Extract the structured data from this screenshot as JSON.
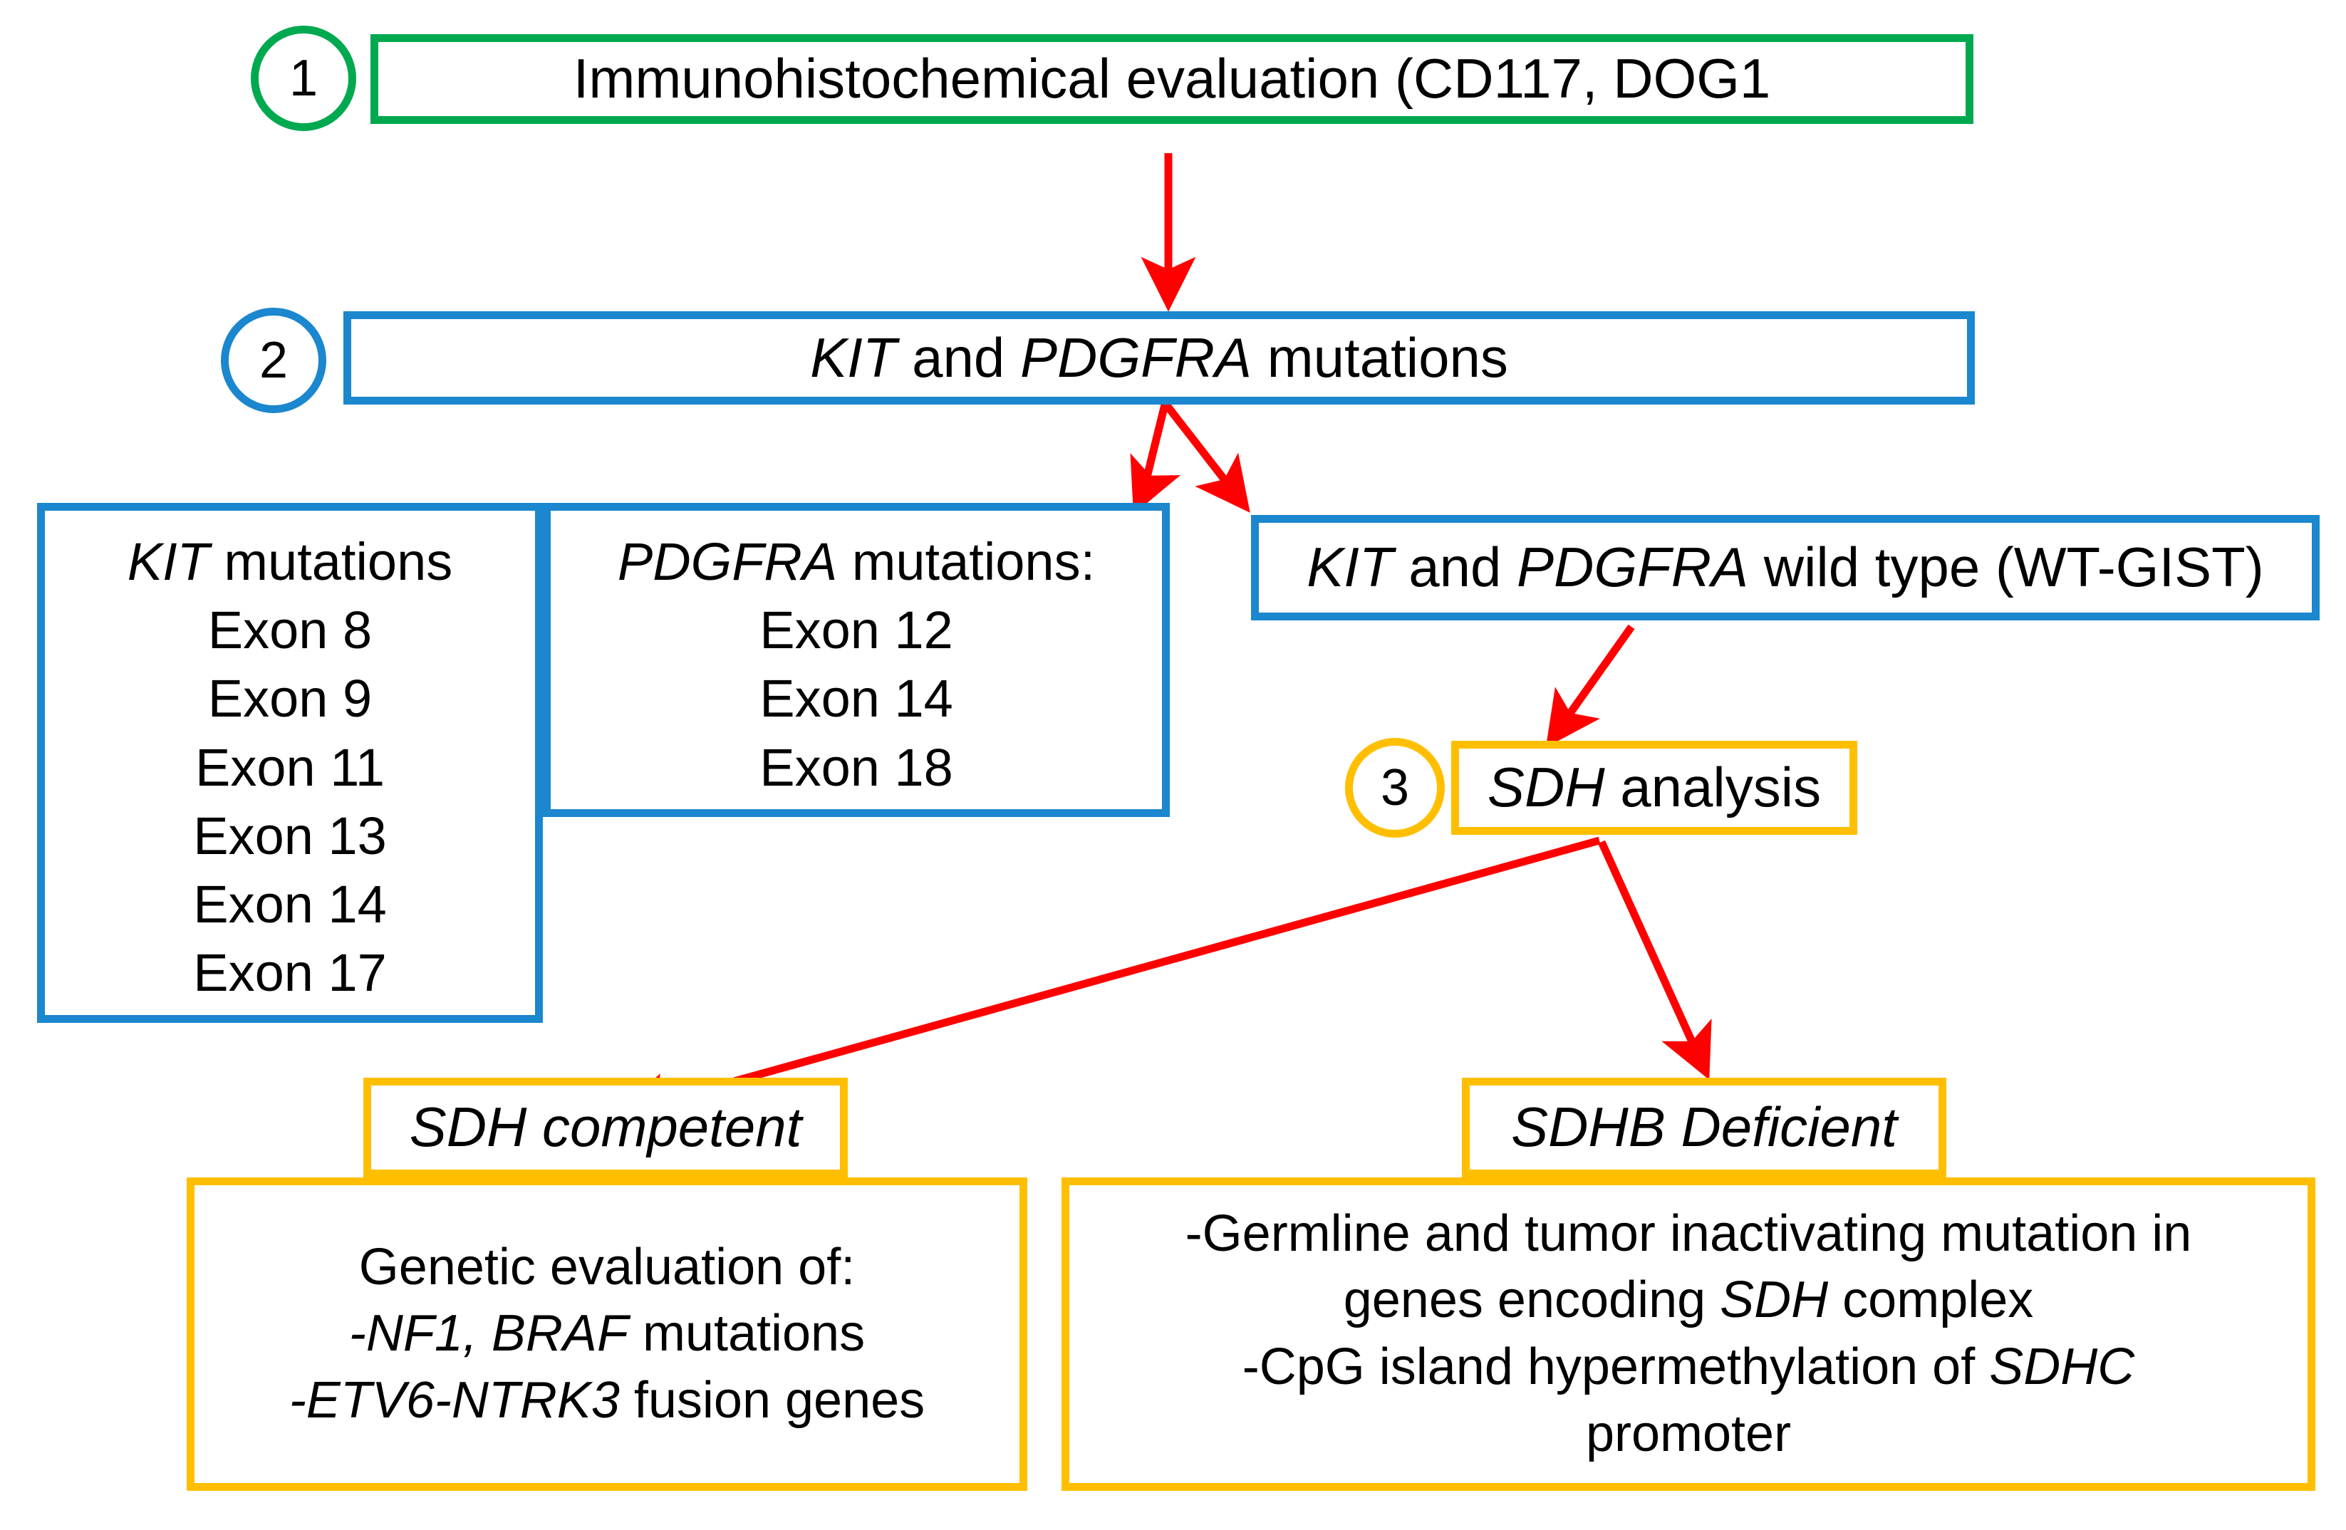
{
  "figure": {
    "kind": "clinical-diagnostic-flowchart",
    "topic": "GIST molecular diagnostic algorithm",
    "colors": {
      "step1_green": "#00A94F",
      "step2_blue": "#1B87CE",
      "step3_amber": "#FFBF00",
      "arrow_red": "#FF0000",
      "text_black": "#000000",
      "background_white": "#FFFFFF"
    }
  },
  "steps": {
    "one": "1",
    "two": "2",
    "three": "3"
  },
  "nodes": {
    "ihc": {
      "text": "Immunohistochemical  evaluation (CD117, DOG1"
    },
    "mutations": {
      "text_a": "KIT",
      "text_b": " and ",
      "text_c": "PDGFRA",
      "text_d": " mutations"
    },
    "kit": {
      "title_gene": "KIT",
      "title_rest": " mutations",
      "exons": [
        "Exon 8",
        "Exon 9",
        "Exon 11",
        "Exon 13",
        "Exon 14",
        "Exon 17"
      ]
    },
    "pdgfra": {
      "title_gene": "PDGFRA",
      "title_rest": " mutations:",
      "exons": [
        "Exon 12",
        "Exon 14",
        "Exon 18"
      ]
    },
    "wildtype": {
      "text_a": "KIT",
      "text_b": " and ",
      "text_c": "PDGFRA",
      "text_d": " wild type (WT-GIST)"
    },
    "sdh_analysis": {
      "text_a": "SDH",
      "text_b": " analysis"
    },
    "sdh_competent": {
      "label": "SDH competent"
    },
    "sdh_competent_detail": {
      "line1": "Genetic evaluation of:",
      "line2_italic": "-NF1, BRAF",
      "line2_rest": " mutations",
      "line3_italic": "-ETV6-NTRK3",
      "line3_rest": " fusion genes"
    },
    "sdhb_deficient": {
      "label": "SDHB Deficient"
    },
    "sdhb_deficient_detail": {
      "line1": "-Germline  and tumor  inactivating mutation  in",
      "line2_pre": "genes encoding ",
      "line2_italic": "SDH",
      "line2_post": " complex",
      "line3_pre": "-CpG island hypermethylation  of ",
      "line3_italic": "SDHC",
      "line4": "promoter"
    }
  }
}
